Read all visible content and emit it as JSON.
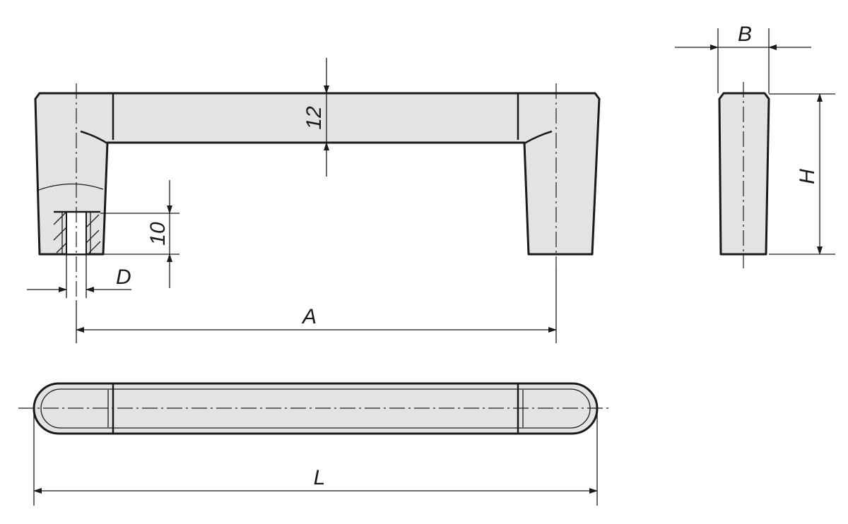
{
  "labels": {
    "thickness": "12",
    "thread_depth": "10",
    "diameter": "D",
    "spacing": "A",
    "width": "B",
    "height": "H",
    "length": "L"
  },
  "colors": {
    "line": "#1a1a1a",
    "fill": "#e3e3e3",
    "background": "#ffffff"
  }
}
